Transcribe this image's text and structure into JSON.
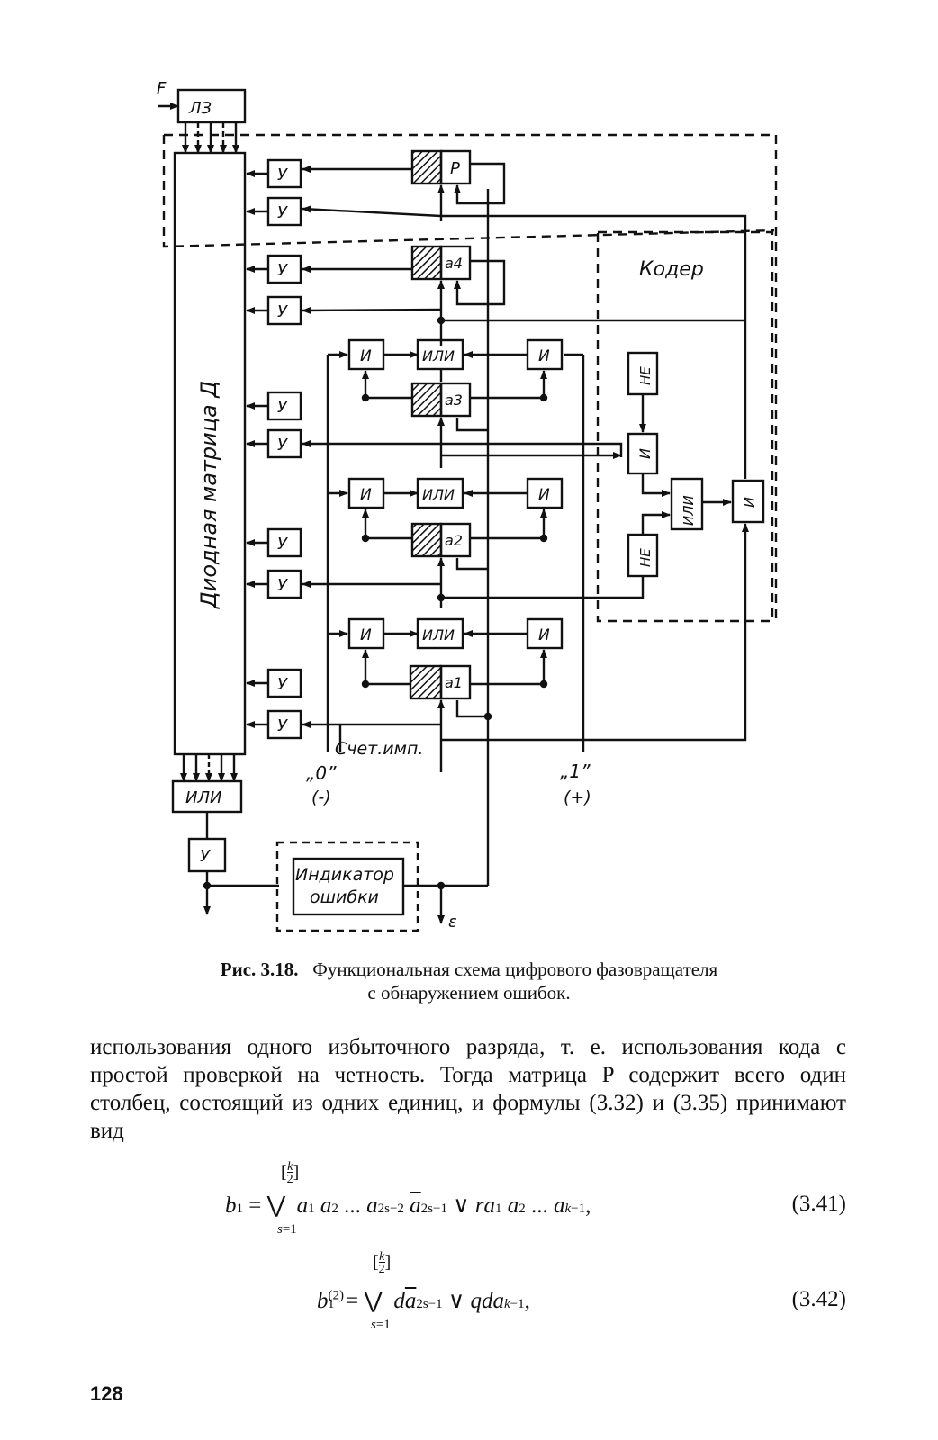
{
  "diagram": {
    "input_label": "F",
    "delay_line": "ЛЗ",
    "diode_matrix": "Диодная матрица Д",
    "amplifier": "У",
    "register_p": "P",
    "register_a4": "a4",
    "register_a3": "a3",
    "register_a2": "a2",
    "register_a1": "a1",
    "gate_and": "И",
    "gate_or": "ИЛИ",
    "gate_not": "НЕ",
    "coder_label": "Кодер",
    "count_pulses": "Счет.имп.",
    "input_zero": "„0”",
    "input_zero_sign": "(-)",
    "input_one": "„1”",
    "input_one_sign": "(+)",
    "error_indicator_line1": "Индикатор",
    "error_indicator_line2": "ошибки",
    "output_epsilon": "ε"
  },
  "caption": {
    "number": "Рис. 3.18.",
    "line1": "Функциональная схема цифрового фазовращателя",
    "line2": "с обнаружением ошибок."
  },
  "body": {
    "paragraph": "использования одного избыточного разряда, т. е. использования кода с простой проверкой на четность. Тогда матрица P содержит всего один столбец, состоящий из одних единиц, и формулы (3.32) и (3.35) принимают вид"
  },
  "equations": {
    "eq1_number": "(3.41)",
    "eq2_number": "(3.42)"
  },
  "page_number": "128"
}
